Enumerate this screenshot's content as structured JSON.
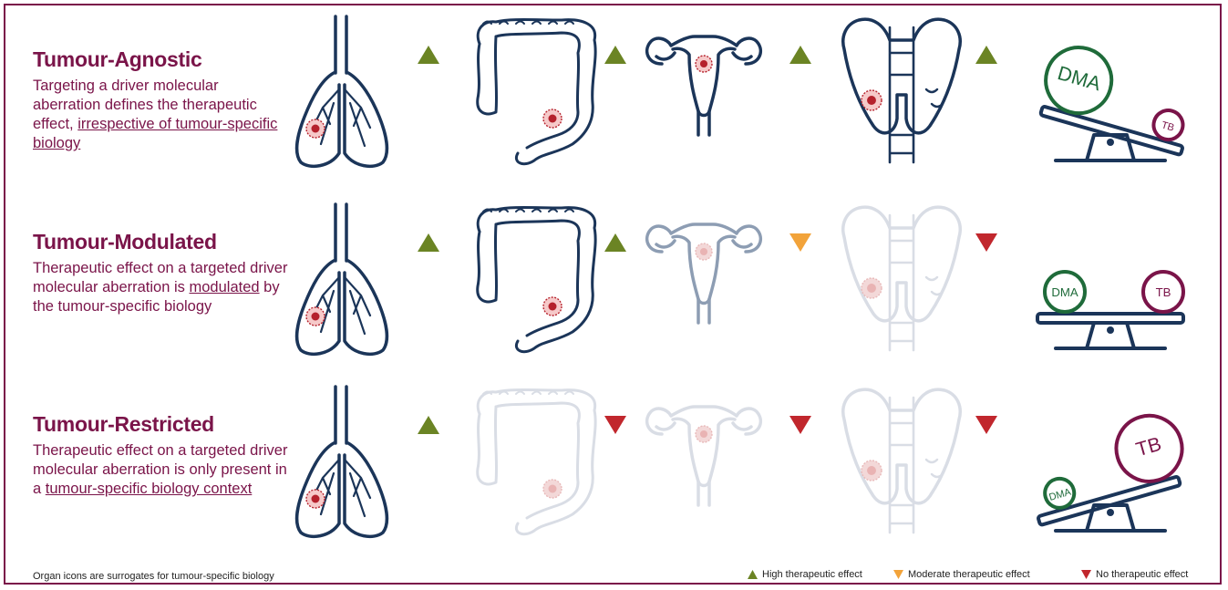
{
  "rows": [
    {
      "title": "Tumour-Agnostic",
      "desc_plain": "Targeting a driver molecular aberration defines the therapeutic effect, ",
      "desc_underlined": "irrespective of tumour-specific biology",
      "desc_suffix": "",
      "effects": [
        "high",
        "high",
        "high",
        "high"
      ],
      "organ_faded": [
        false,
        false,
        false,
        false
      ],
      "balance": "dma-heavy"
    },
    {
      "title": "Tumour-Modulated",
      "desc_plain": "Therapeutic effect on a targeted driver molecular aberration is ",
      "desc_underlined": "modulated",
      "desc_suffix": " by the tumour-specific biology",
      "effects": [
        "high",
        "high",
        "moderate",
        "none"
      ],
      "organ_faded": [
        false,
        false,
        "medium",
        "light"
      ],
      "balance": "level"
    },
    {
      "title": "Tumour-Restricted",
      "desc_plain": "Therapeutic effect on a targeted driver molecular aberration is only present in a ",
      "desc_underlined": "tumour-specific biology context",
      "desc_suffix": "",
      "effects": [
        "high",
        "none",
        "none",
        "none"
      ],
      "organ_faded": [
        false,
        "light",
        "light",
        "light"
      ],
      "balance": "tb-heavy"
    }
  ],
  "organs": [
    "lung-icon",
    "colon-icon",
    "uterus-icon",
    "thyroid-icon"
  ],
  "balance_labels": {
    "dma": "DMA",
    "tb": "TB"
  },
  "footer_note": "Organ icons are surrogates for tumour-specific biology",
  "legend": [
    {
      "key": "high",
      "label": "High therapeutic effect"
    },
    {
      "key": "moderate",
      "label": "Moderate therapeutic effect"
    },
    {
      "key": "none",
      "label": "No therapeutic effect"
    }
  ],
  "colors": {
    "brand": "#7a1449",
    "organ": "#1b3559",
    "organ_medium": "#8d9db3",
    "organ_light": "#d9dde5",
    "tumour": "#b5212c",
    "high": "#6b8424",
    "moderate": "#f2a33a",
    "none": "#c1272d",
    "dma": "#1f6b3a",
    "tb": "#7a1449"
  }
}
